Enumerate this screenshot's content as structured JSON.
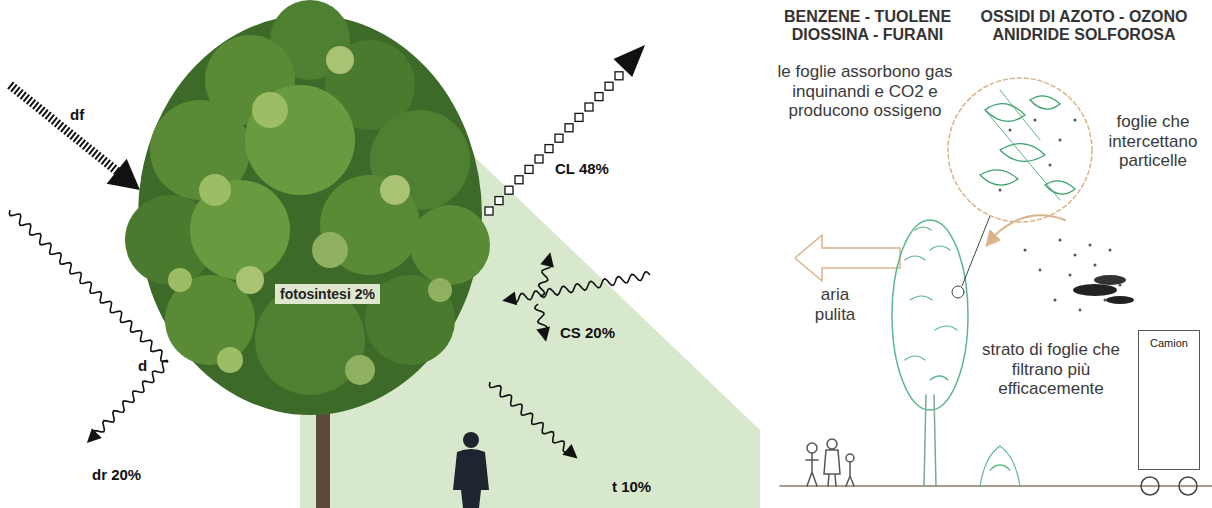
{
  "diagram": {
    "nodes": [
      {
        "text": [
          "fotosintesi 2%"
        ]
      },
      {
        "text": [
          "Camion"
        ]
      }
    ],
    "labels": [
      "df",
      "CL 48%",
      "CS 20%",
      "d",
      "dr 20%",
      "t 10%",
      "BENZENE - TUOLENE DIOSSINA - FURANI",
      "OSSIDI DI AZOTO - OZONO ANIDRIDE SOLFOROSA",
      "le foglie assorbono gas inquinandi e CO2 e producono ossigeno",
      "foglie che intercettano particelle",
      "aria pulita",
      "strato di foglie che filtrano più efficacemente"
    ]
  }
}
